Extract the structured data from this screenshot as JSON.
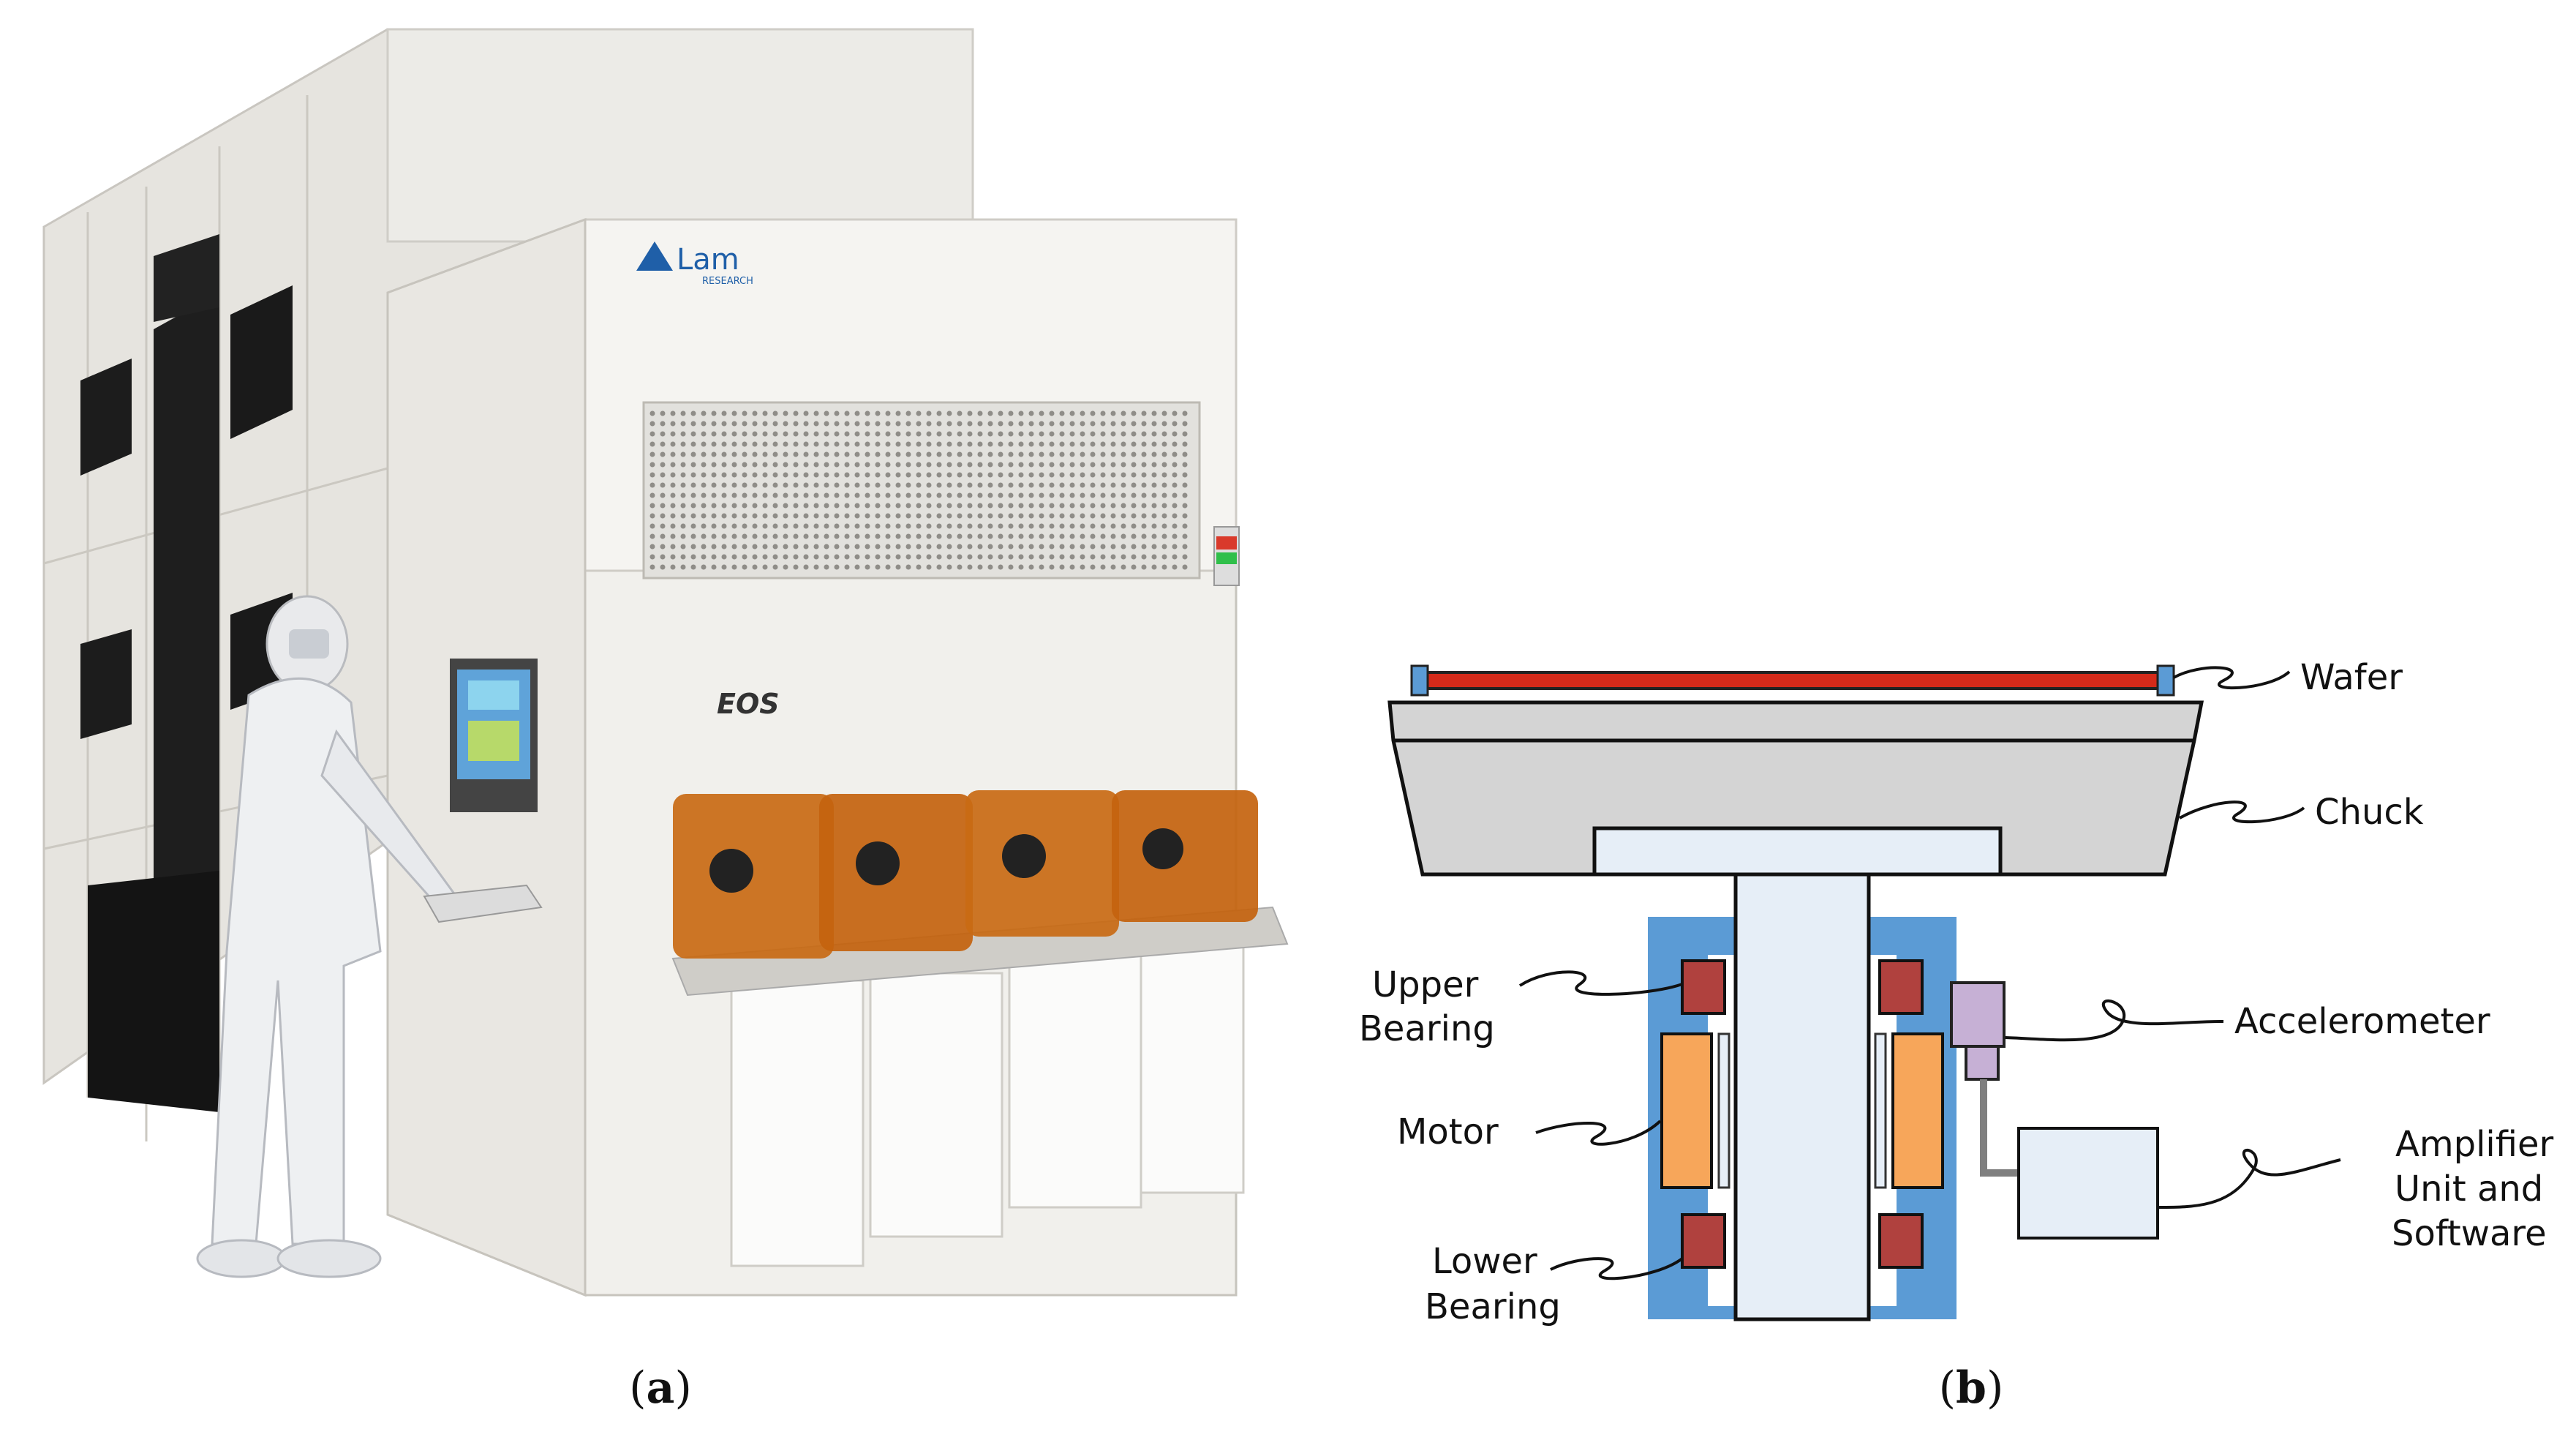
{
  "panel_a": {
    "caption_letter": "a",
    "brand_logo_text": "Lam",
    "brand_logo_subtext": "RESEARCH",
    "model_badge": "EOS"
  },
  "panel_b": {
    "caption_letter": "b",
    "labels": {
      "wafer": "Wafer",
      "chuck": "Chuck",
      "upper_bearing_1": "Upper",
      "upper_bearing_2": "Bearing",
      "motor": "Motor",
      "lower_bearing_1": "Lower",
      "lower_bearing_2": "Bearing",
      "accelerometer": "Accelerometer",
      "amplifier_1": "Amplifier",
      "amplifier_2": "Unit and",
      "amplifier_3": "Software"
    },
    "colors": {
      "wafer": "#d42a1a",
      "chuck": "#d4d4d4",
      "housing": "#5b9bd5",
      "bearing": "#b0413e",
      "motor": "#f7a65a",
      "shaft": "#e6eef7",
      "accelerometer": "#c6b0d5",
      "cable": "#7f7f7f"
    }
  }
}
